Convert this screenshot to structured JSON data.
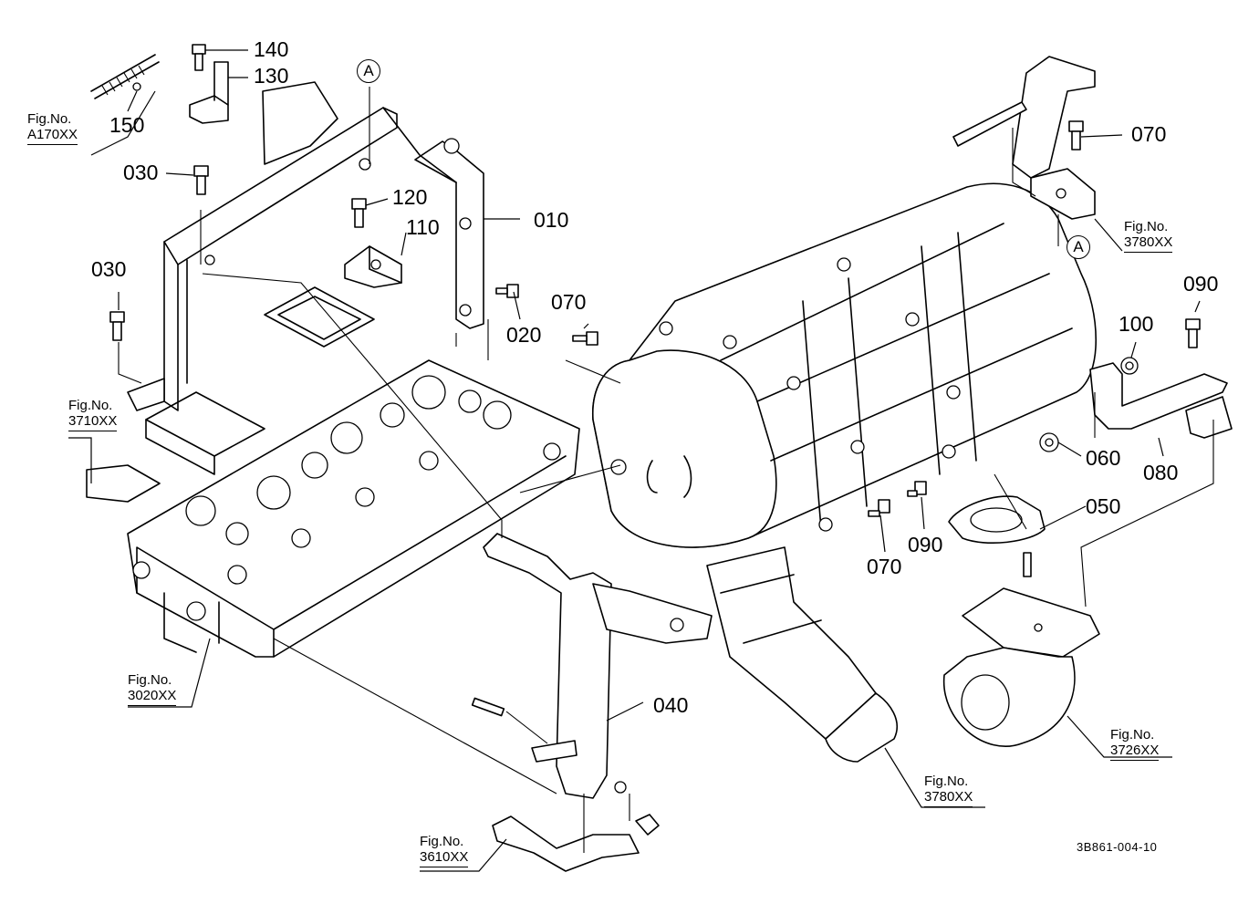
{
  "parts": {
    "p010": "010",
    "p020": "020",
    "p030a": "030",
    "p030b": "030",
    "p040": "040",
    "p050": "050",
    "p060": "060",
    "p070a": "070",
    "p070b": "070",
    "p070c": "070",
    "p080": "080",
    "p090a": "090",
    "p090b": "090",
    "p100": "100",
    "p110": "110",
    "p120": "120",
    "p130": "130",
    "p140": "140",
    "p150": "150"
  },
  "figure_refs": {
    "fig_label": "Fig.No.",
    "a170": "A170XX",
    "f3710": "3710XX",
    "f3020": "3020XX",
    "f3610": "3610XX",
    "f3780a": "3780XX",
    "f3780b": "3780XX",
    "f3726": "3726XX"
  },
  "reference_marker": "A",
  "document_id": "3B861-004-10"
}
